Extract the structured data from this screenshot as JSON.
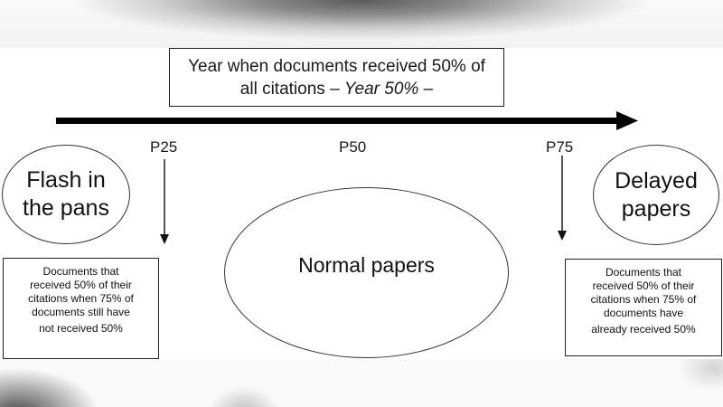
{
  "header": {
    "title_main": "Year when documents received 50% of",
    "title_line2_prefix": "all citations – ",
    "title_line2_italic": "Year 50%",
    "title_line2_suffix": " –"
  },
  "axis": {
    "markers": [
      {
        "label": "P25"
      },
      {
        "label": "P50"
      },
      {
        "label": "P75"
      }
    ]
  },
  "categories": {
    "flash": {
      "line1": "Flash in",
      "line2": "the pans"
    },
    "normal": {
      "label": "Normal papers"
    },
    "delayed": {
      "line1": "Delayed",
      "line2": "papers"
    }
  },
  "notes": {
    "left": [
      "Documents that",
      "received 50% of their",
      "citations when 75% of",
      "documents still have",
      "not received 50%"
    ],
    "right": [
      "Documents that",
      "received 50% of their",
      "citations when 75% of",
      "documents have",
      "already received 50%"
    ]
  },
  "colors": {
    "stroke": "#222222",
    "arrow": "#000000",
    "thin_arrow": "#555555"
  }
}
